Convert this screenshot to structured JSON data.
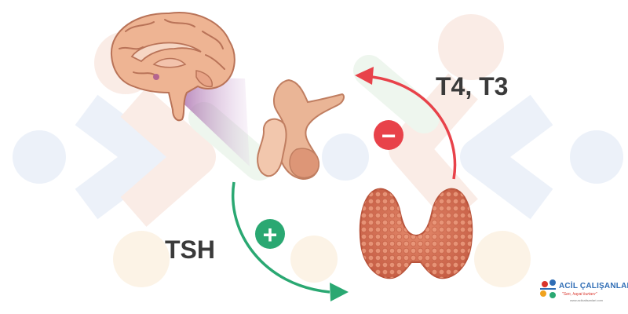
{
  "diagram": {
    "title": "Thyroid hormone feedback loop",
    "labels": {
      "feedback_hormones": "T4, T3",
      "stimulating_hormone": "TSH"
    },
    "signs": {
      "inhibition": "−",
      "stimulation": "+"
    },
    "organs": [
      "brain",
      "pituitary gland",
      "thyroid gland"
    ]
  },
  "logo": {
    "name": "ACİL ÇALIŞANLARI",
    "slogan": "\"Sen, hayat kurtarır\"",
    "url": "www.acilcalisanlari.com"
  },
  "colors": {
    "inhibit_arrow": "#e8424a",
    "stimulate_arrow": "#2aa872",
    "label_text": "#3a3a3a",
    "brain": "#e8a987",
    "pituitary": "#e6a98a",
    "thyroid": "#d9775a"
  }
}
